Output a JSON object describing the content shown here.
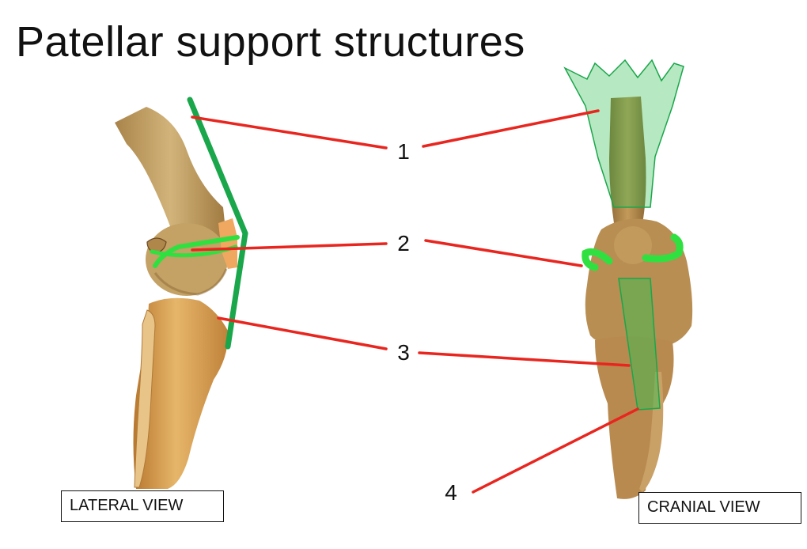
{
  "title": "Patellar support structures",
  "labels": {
    "n1": "1",
    "n2": "2",
    "n3": "3",
    "n4": "4"
  },
  "views": {
    "lateral": "LATERAL VIEW",
    "cranial": "CRANIAL VIEW"
  },
  "colors": {
    "leader": "#e8261f",
    "ligament": "#1aa64a",
    "bone": "#c9a25e",
    "tibia": "#d49a4a",
    "patella": "#f0a860"
  }
}
